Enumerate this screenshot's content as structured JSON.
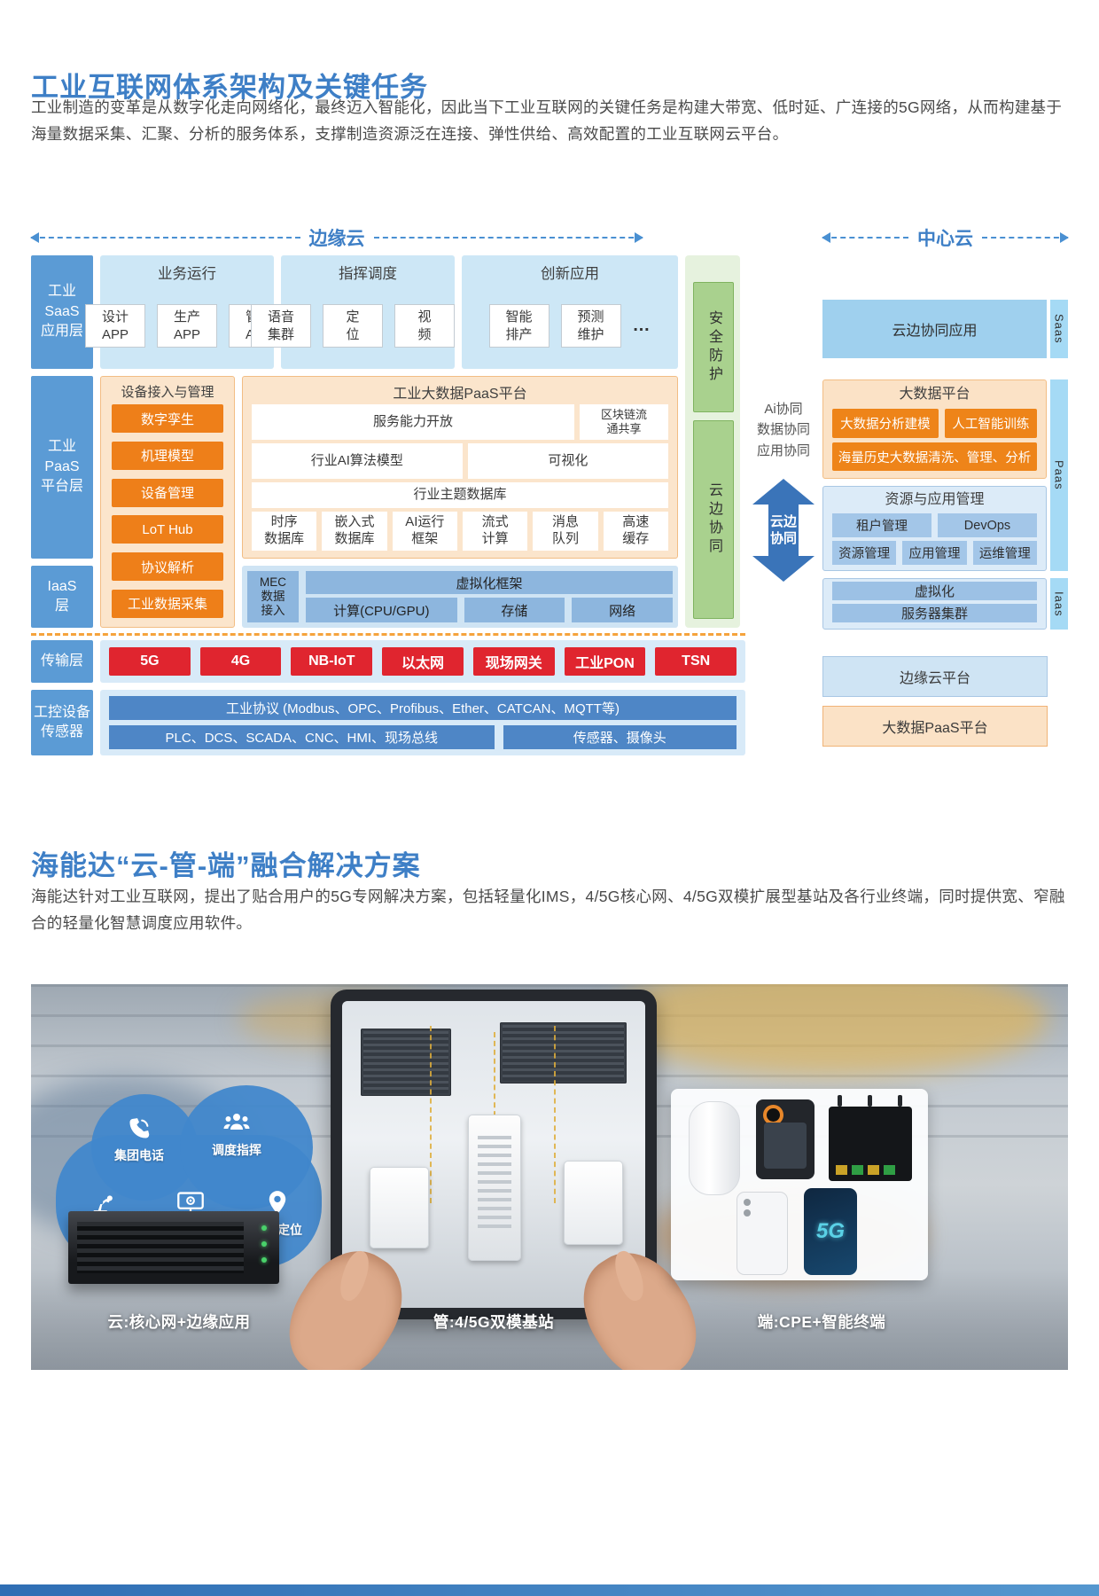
{
  "colors": {
    "title_blue": "#3e7fc6",
    "layer_blue": "#5b9bd5",
    "panel_light_blue": "#cde7f6",
    "orange": "#ee7f19",
    "orange_light": "#fbe5cc",
    "green_light": "#e6f2de",
    "green": "#a9d18e",
    "red": "#e0252f",
    "row_blue": "#4e86c6",
    "center_blue": "#9fd0ee",
    "arrow_blue": "#3a74b9",
    "footer_blue": "#2f6eb4"
  },
  "section1": {
    "title": "工业互联网体系架构及关键任务",
    "paragraph": "工业制造的变革是从数字化走向网络化，最终迈入智能化，因此当下工业互联网的关键任务是构建大带宽、低时延、广连接的5G网络，从而构建基于海量数据采集、汇聚、分析的服务体系，支撑制造资源泛在连接、弹性供给、高效配置的工业互联网云平台。"
  },
  "diagram": {
    "edge_header": "边缘云",
    "center_header": "中心云",
    "layers": {
      "saas": "工业\nSaaS\n应用层",
      "paas": "工业\nPaaS\n平台层",
      "iaas": "IaaS\n层",
      "transport": "传输层",
      "device": "工控设备\n传感器"
    },
    "saas_groups": [
      {
        "title": "业务运行",
        "items": [
          "设计\nAPP",
          "生产\nAPP",
          "管理\nAPP"
        ]
      },
      {
        "title": "指挥调度",
        "items": [
          "语音\n集群",
          "定\n位",
          "视\n频"
        ],
        "more": "…"
      },
      {
        "title": "创新应用",
        "items": [
          "智能\n排产",
          "预测\n维护"
        ],
        "more": "…"
      }
    ],
    "access": {
      "title": "设备接入与管理",
      "items": [
        "数字孪生",
        "机理模型",
        "设备管理",
        "LoT Hub",
        "协议解析",
        "工业数据采集"
      ]
    },
    "bigdata": {
      "title": "工业大数据PaaS平台",
      "service_open": "服务能力开放",
      "blockchain": "区块链流\n通共享",
      "ai_model": "行业AI算法模型",
      "visual": "可视化",
      "topic_db": "行业主题数据库",
      "components": [
        "时序\n数据库",
        "嵌入式\n数据库",
        "AI运行\n框架",
        "流式\n计算",
        "消息\n队列",
        "高速\n缓存"
      ]
    },
    "mec": {
      "label": "MEC\n数据\n接入",
      "frame": "虚拟化框架",
      "items": [
        "计算(CPU/GPU)",
        "存储",
        "网络"
      ]
    },
    "security": "安全防护",
    "edge_coord": "云边协同",
    "coordination": {
      "text": "Ai协同\n数据协同\n应用协同",
      "arrow_label": "云边\n协同"
    },
    "center": {
      "app": "云边协同应用",
      "strip_saas": "Saas",
      "strip_paas": "Paas",
      "strip_iaas": "Iaas",
      "bigdata_title": "大数据平台",
      "bigdata_row1": [
        "大数据分析建模",
        "人工智能训练"
      ],
      "bigdata_row2": "海量历史大数据清洗、管理、分析",
      "resource_title": "资源与应用管理",
      "resource_row1": [
        "租户管理",
        "DevOps"
      ],
      "resource_row2": [
        "资源管理",
        "应用管理",
        "运维管理"
      ],
      "iaas_items": [
        "虚拟化",
        "服务器集群"
      ],
      "edge_platform": "边缘云平台",
      "bigdata_platform": "大数据PaaS平台"
    },
    "transport_items": [
      "5G",
      "4G",
      "NB-IoT",
      "以太网",
      "现场网关",
      "工业PON",
      "TSN"
    ],
    "device_rows": {
      "protocol": "工业协议 (Modbus、OPC、Profibus、Ether、CATCAN、MQTT等)",
      "plc": "PLC、DCS、SCADA、CNC、HMI、现场总线",
      "sensor": "传感器、摄像头"
    }
  },
  "section2": {
    "title": "海能达“云-管-端”融合解决方案",
    "paragraph": "海能达针对工业互联网，提出了贴合用户的5G专网解决方案，包括轻量化IMS，4/5G核心网、4/5G双模扩展型基站及各行业终端，同时提供宽、窄融合的轻量化智慧调度应用软件。",
    "photo": {
      "cloud_apps": [
        {
          "label": "集团电话"
        },
        {
          "label": "调度指挥"
        },
        {
          "label": "智能制造"
        },
        {
          "label": "智能监控"
        },
        {
          "label": "室内定位"
        }
      ],
      "phone_screen_label": "5G",
      "captions": [
        "云:核心网+边缘应用",
        "管:4/5G双模基站",
        "端:CPE+智能终端"
      ]
    }
  }
}
